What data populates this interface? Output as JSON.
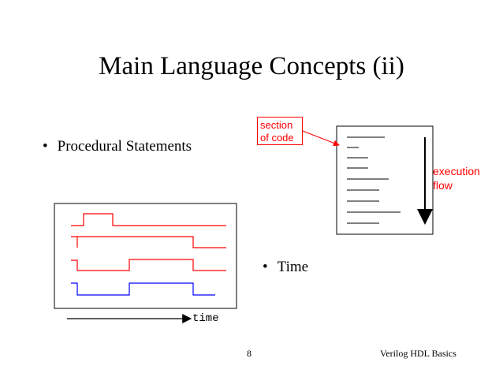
{
  "slide": {
    "title": "Main Language Concepts (ii)",
    "bullets": {
      "procedural": "Procedural Statements",
      "time": "Time"
    },
    "bullet_marker": "•",
    "footer": {
      "page_number": "8",
      "course": "Verilog HDL Basics"
    },
    "code_diagram": {
      "section_label_line1": "section",
      "section_label_line2": "of code",
      "execution_label_line1": "execution",
      "execution_label_line2": "flow"
    },
    "waveform_diagram": {
      "axis_label": "time"
    },
    "colors": {
      "accent_red": "#ff0000",
      "wave_blue": "#0000ff",
      "text": "#000000"
    }
  }
}
